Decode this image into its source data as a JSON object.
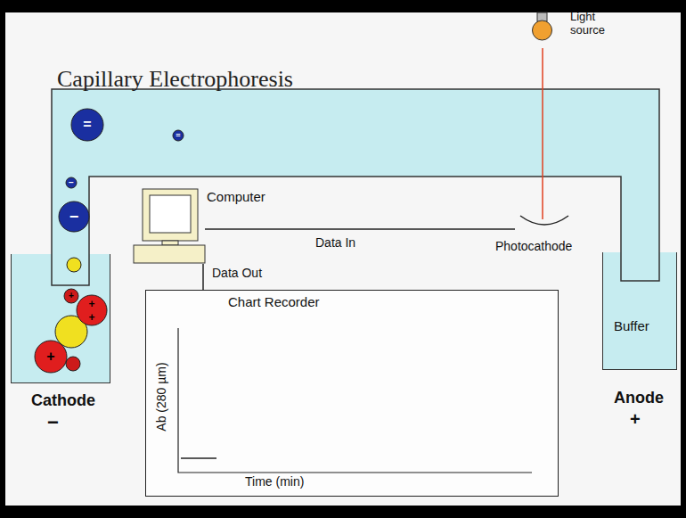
{
  "diagram": {
    "title": "Capillary Electrophoresis",
    "nodes": [
      {
        "text": [
          "Light source"
        ]
      },
      {
        "text": [
          "Computer"
        ]
      },
      {
        "text": [
          "Photocathode"
        ]
      },
      {
        "text": [
          "Chart Recorder"
        ]
      },
      {
        "text": [
          "Cathode",
          "−"
        ]
      },
      {
        "text": [
          "Buffer",
          "Anode",
          "+"
        ]
      }
    ],
    "edges": [
      {
        "from": 0,
        "to": 2,
        "arrow": "none"
      },
      {
        "from": 1,
        "to": 2,
        "label": "Data In",
        "arrow": "none"
      },
      {
        "from": 1,
        "to": 3,
        "label": "Data Out",
        "arrow": "none"
      }
    ],
    "labels": [
      "Ab (280 µm)",
      "Time (min)",
      "=",
      "=",
      "−",
      "−",
      "+",
      "+",
      "+",
      "+"
    ]
  }
}
